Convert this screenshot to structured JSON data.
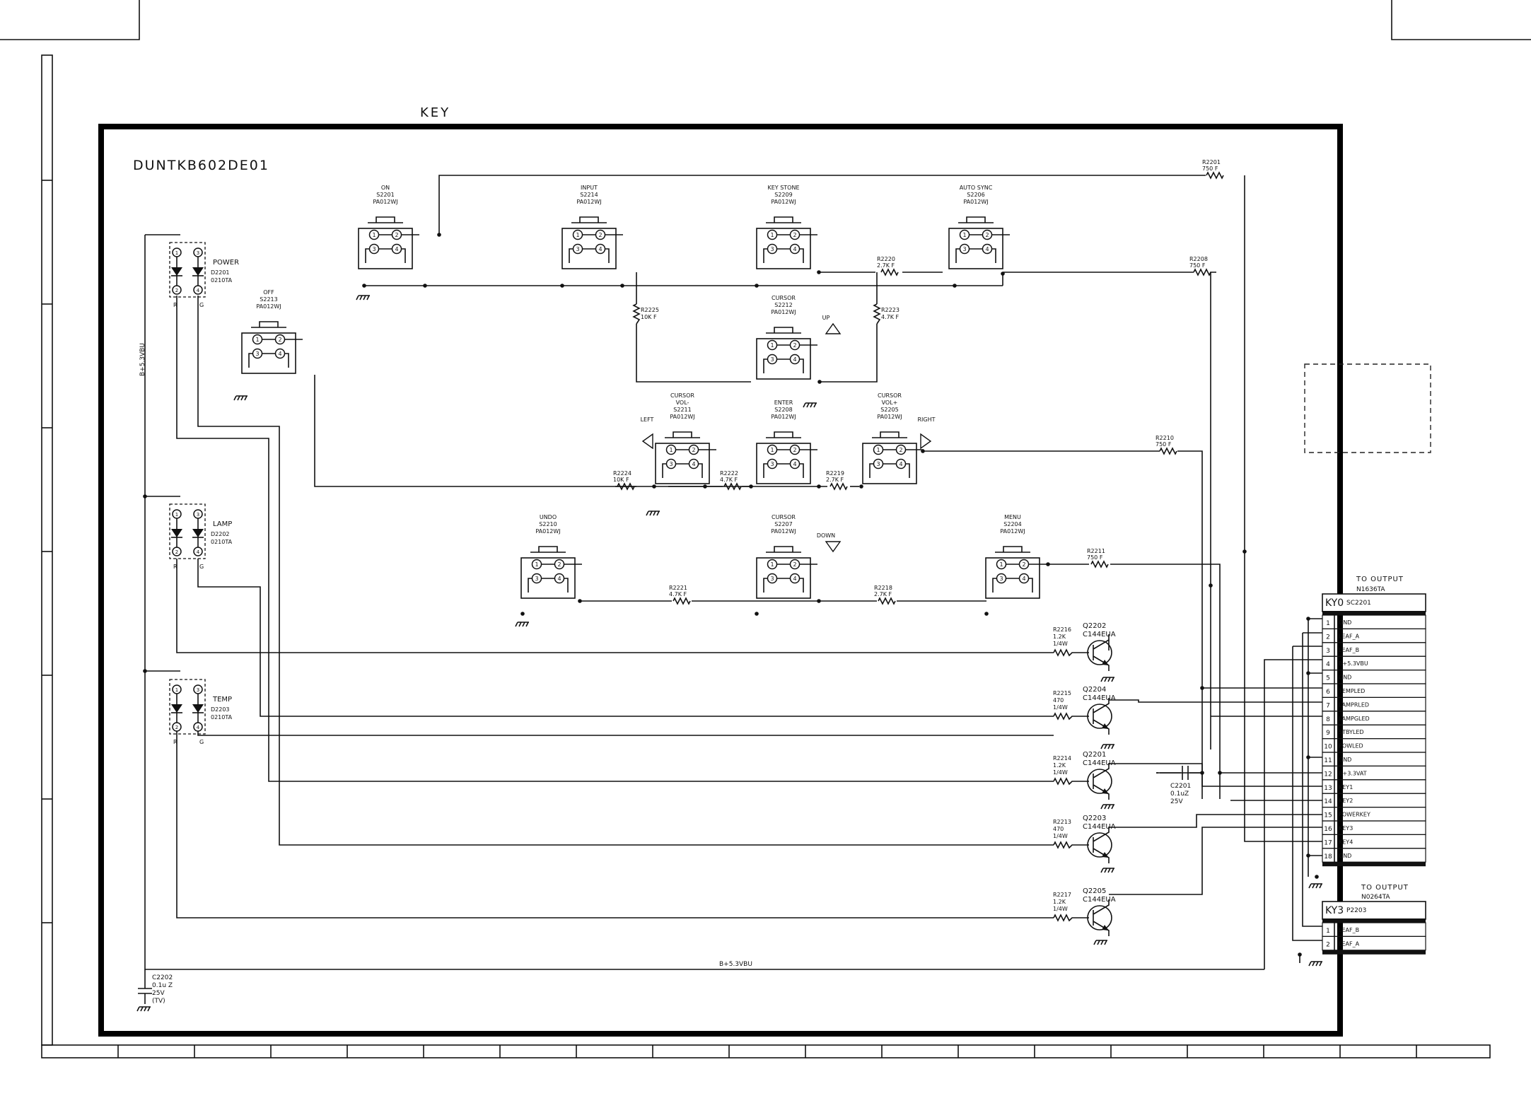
{
  "sheet": {
    "section_label": "KEY",
    "board_id": "DUNTKB602DE01"
  },
  "switches": [
    {
      "ref": "S2201",
      "func": "ON",
      "part": "PA012WJ"
    },
    {
      "ref": "S2214",
      "func": "INPUT",
      "part": "PA012WJ"
    },
    {
      "ref": "S2209",
      "func": "KEY STONE",
      "part": "PA012WJ"
    },
    {
      "ref": "S2206",
      "func": "AUTO SYNC",
      "part": "PA012WJ"
    },
    {
      "ref": "S2213",
      "func": "OFF",
      "part": "PA012WJ"
    },
    {
      "ref": "S2212",
      "func": "CURSOR",
      "part": "PA012WJ",
      "arrow": "UP"
    },
    {
      "ref": "S2211",
      "func": "CURSOR",
      "func2": "VOL-",
      "part": "PA012WJ",
      "arrow": "LEFT"
    },
    {
      "ref": "S2208",
      "func": "ENTER",
      "part": "PA012WJ"
    },
    {
      "ref": "S2205",
      "func": "CURSOR",
      "func2": "VOL+",
      "part": "PA012WJ",
      "arrow": "RIGHT"
    },
    {
      "ref": "S2210",
      "func": "UNDO",
      "part": "PA012WJ"
    },
    {
      "ref": "S2207",
      "func": "CURSOR",
      "part": "PA012WJ",
      "arrow": "DOWN"
    },
    {
      "ref": "S2204",
      "func": "MENU",
      "part": "PA012WJ"
    }
  ],
  "leds": [
    {
      "name": "POWER",
      "ref": "D2201",
      "part": "0210TA"
    },
    {
      "name": "LAMP",
      "ref": "D2202",
      "part": "0210TA"
    },
    {
      "name": "TEMP",
      "ref": "D2203",
      "part": "0210TA"
    }
  ],
  "led_pins": [
    "R",
    "G"
  ],
  "resistors": [
    {
      "ref": "R2201",
      "value": "750 F"
    },
    {
      "ref": "R2208",
      "value": "750 F"
    },
    {
      "ref": "R2220",
      "value": "2.7K F"
    },
    {
      "ref": "R2225",
      "value": "10K F"
    },
    {
      "ref": "R2223",
      "value": "4.7K F"
    },
    {
      "ref": "R2210",
      "value": "750 F"
    },
    {
      "ref": "R2224",
      "value": "10K F"
    },
    {
      "ref": "R2222",
      "value": "4.7K F"
    },
    {
      "ref": "R2219",
      "value": "2.7K F"
    },
    {
      "ref": "R2211",
      "value": "750 F"
    },
    {
      "ref": "R2221",
      "value": "4.7K F"
    },
    {
      "ref": "R2218",
      "value": "2.7K F"
    }
  ],
  "transistors": [
    {
      "ref": "Q2202",
      "part": "C144EUA",
      "res_ref": "R2216",
      "res_val": "1.2K",
      "res_w": "1/4W"
    },
    {
      "ref": "Q2204",
      "part": "C144EUA",
      "res_ref": "R2215",
      "res_val": "470",
      "res_w": "1/4W"
    },
    {
      "ref": "Q2201",
      "part": "C144EUA",
      "res_ref": "R2214",
      "res_val": "1.2K",
      "res_w": "1/4W"
    },
    {
      "ref": "Q2203",
      "part": "C144EUA",
      "res_ref": "R2213",
      "res_val": "470",
      "res_w": "1/4W"
    },
    {
      "ref": "Q2205",
      "part": "C144EUA",
      "res_ref": "R2217",
      "res_val": "1.2K",
      "res_w": "1/4W"
    }
  ],
  "capacitors": [
    {
      "ref": "C2201",
      "value": "0.1uZ",
      "voltage": "25V"
    },
    {
      "ref": "C2202",
      "value": "0.1u Z",
      "voltage": "25V",
      "note": "(TV)"
    }
  ],
  "nets": {
    "supply_vertical": "B+5.3VBU",
    "supply_bottom": "B+5.3VBU"
  },
  "connectors": [
    {
      "title": "TO OUTPUT",
      "part": "N1636TA",
      "name": "KY0",
      "ref": "SC2201",
      "pins": [
        "GND",
        "LEAF_A",
        "LEAF_B",
        "B+5.3VBU",
        "GND",
        "TEMPLED",
        "LAMPRLED",
        "LAMPGLED",
        "STBYLED",
        "POWLED",
        "GND",
        "B+3.3VAT",
        "KEY1",
        "KEY2",
        "POWERKEY",
        "KEY3",
        "KEY4",
        "GND"
      ]
    },
    {
      "title": "TO OUTPUT",
      "part": "N0264TA",
      "name": "KY3",
      "ref": "P2203",
      "pins": [
        "LEAF_B",
        "LEAF_A"
      ]
    }
  ]
}
